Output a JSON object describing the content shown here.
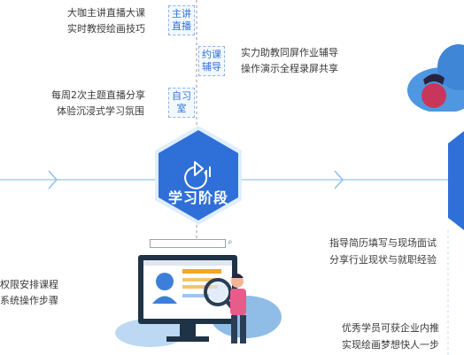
{
  "top_left": {
    "line1": "大咖主讲直播大课",
    "line2": "实时教授绘画技巧",
    "tag": [
      "主讲",
      "直播"
    ]
  },
  "middle_right": {
    "tag": [
      "约课",
      "辅导"
    ],
    "line1": "实力助教同屏作业辅导",
    "line2": "操作演示全程录屏共享"
  },
  "middle_left": {
    "line1": "每周2次主题直播分享",
    "line2": "体验沉浸式学习氛围",
    "tag": [
      "自习",
      "室"
    ]
  },
  "hexagon": {
    "title": "学习阶段"
  },
  "bottom_left": {
    "line1": "权限安排课程",
    "line2": "系统操作步骤"
  },
  "bottom_right_1": {
    "line1": "指导简历填写与现场面试",
    "line2": "分享行业现状与就职经验"
  },
  "bottom_right_2": {
    "line1": "优秀学员可获企业内推",
    "line2": "实现绘画梦想快人一步"
  },
  "colors": {
    "accent": "#2e6fd6",
    "hex_fill": "#2f6fd8",
    "line": "#8fc0ee"
  },
  "icons": [
    "play-chart-icon",
    "search-icon",
    "chevron-right-icon"
  ]
}
